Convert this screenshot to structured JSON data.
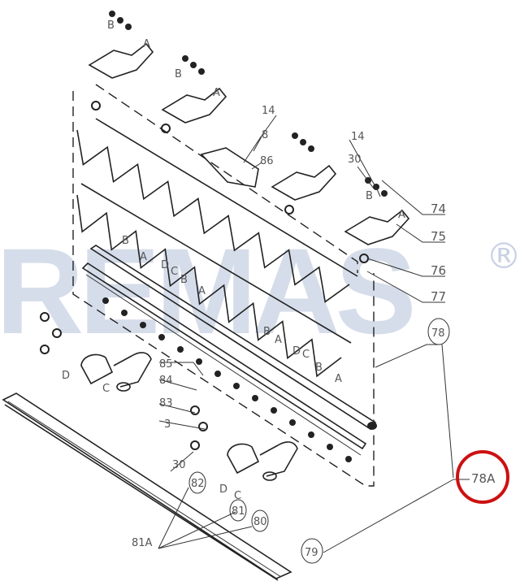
{
  "watermark": {
    "text": "REMAS",
    "mark": "®"
  },
  "highlight": {
    "label": "78A",
    "color": "#cc1111"
  },
  "callouts": {
    "p14a": "14",
    "p8": "8",
    "p86": "86",
    "p14b": "14",
    "p30a": "30",
    "p74": "74",
    "p75": "75",
    "p76": "76",
    "p77": "77",
    "p78": "78",
    "p79": "79",
    "p80": "80",
    "p81": "81",
    "p81A": "81A",
    "p82": "82",
    "p30b": "30",
    "p3": "3",
    "p83": "83",
    "p84": "84",
    "p85": "85"
  },
  "letters": {
    "A": "A",
    "B": "B",
    "C": "C",
    "D": "D"
  }
}
